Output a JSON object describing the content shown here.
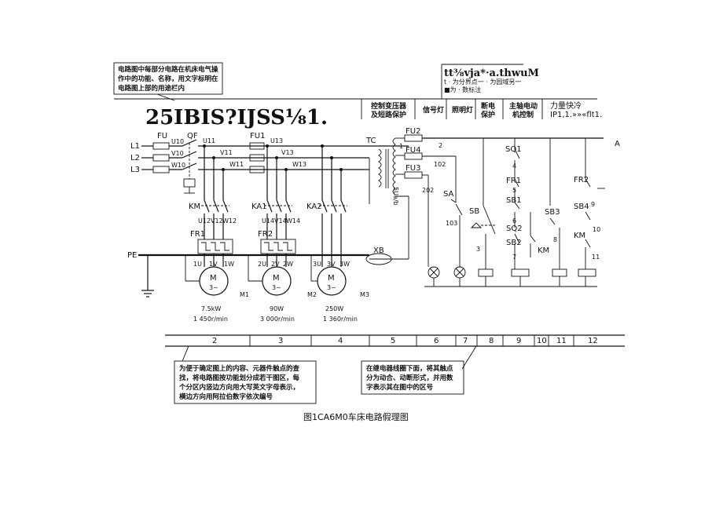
{
  "annotations": {
    "top_left_note": [
      "电路图中每部分电路在机床电气操",
      "作中的功能、名称，用文字标明在",
      "电路图上部的用途栏内"
    ],
    "garbled_title": "25IBIS?IJSS⅛1.",
    "overlay_top": "tt⅜vja*·a.thwuM",
    "overlay_line2": "t · 为分界点一 · 为园域另一",
    "overlay_line3": "■为 · 数标注",
    "overlay_right1": "力量快冷",
    "overlay_right2": "IP1,1.»»«flt1.",
    "right_mark": "A",
    "bottom_left_note": [
      "为便于确定图上的内容、元器件触点的查",
      "找，将电路图按功能划分成若干图区，每",
      "个分区内竖边方向用大写英文字母表示，",
      "横边方向用阿拉伯数字依次编号"
    ],
    "bottom_right_note": [
      "在继电器线圈下面，将其触点",
      "分为动合、动断形式，并用数",
      "字表示其在图中的区号"
    ],
    "caption": "图1CA6M0车床电路假理图"
  },
  "function_headers": [
    {
      "lines": [
        "控制变压器",
        "及短路保护"
      ]
    },
    {
      "lines": [
        "信号灯"
      ]
    },
    {
      "lines": [
        "照明灯"
      ]
    },
    {
      "lines": [
        "断电",
        "保护"
      ]
    },
    {
      "lines": [
        "主轴电动",
        "机控制"
      ]
    }
  ],
  "zones": [
    "2",
    "3",
    "4",
    "5",
    "6",
    "7",
    "8",
    "9",
    "10",
    "11",
    "12"
  ],
  "labels": {
    "L1": "L1",
    "L2": "L2",
    "L3": "L3",
    "FU": "FU",
    "QF": "QF",
    "U10": "U10",
    "V10": "V10",
    "W10": "W10",
    "U11": "U11",
    "V11": "V11",
    "W11": "W11",
    "U13": "U13",
    "V13": "V13",
    "W13": "W13",
    "FU1": "FU1",
    "FU2": "FU2",
    "FU3": "FU3",
    "FU4": "FU4",
    "KM": "KM",
    "KA1": "KA1",
    "KA2": "KA2",
    "U12": "U12",
    "V12": "V12",
    "W12": "W12",
    "U14": "U14",
    "V14": "V14",
    "W14": "W14",
    "FR1": "FR1",
    "FR2": "FR2",
    "PE": "PE",
    "XB": "XB",
    "1U": "1U",
    "1V": "1V",
    "1W": "1W",
    "2U": "2U",
    "2V": "2V",
    "2W": "2W",
    "3U": "3U",
    "3V": "3V",
    "3W": "3W",
    "M": "M",
    "phase": "3~",
    "M1": "M1",
    "M2": "M2",
    "M3": "M3",
    "M1_power": "7.5kW",
    "M1_speed": "1 450r/min",
    "M2_power": "90W",
    "M2_speed": "3 000r/min",
    "M3_power": "250W",
    "M3_speed": "1 360r/min",
    "TC": "TC",
    "n1": "1",
    "n2": "2",
    "n102": "102",
    "n202": "202",
    "n103": "103",
    "n3": "3",
    "n4": "4",
    "n5": "5",
    "n6": "6",
    "n7": "7",
    "n8": "8",
    "n9": "9",
    "n10": "10",
    "n11": "11",
    "SA": "SA",
    "SB": "SB",
    "SQ1": "SQ1",
    "SQ2": "SQ2",
    "SB1": "SB1",
    "SB2": "SB2",
    "SB3": "SB3",
    "SB4": "SB4",
    "FR2b": "FR2",
    "KMc": "KM",
    "KMd": "KM",
    "voltage": "5Ua/b"
  },
  "colors": {
    "ink": "#111111",
    "background": "#ffffff"
  }
}
